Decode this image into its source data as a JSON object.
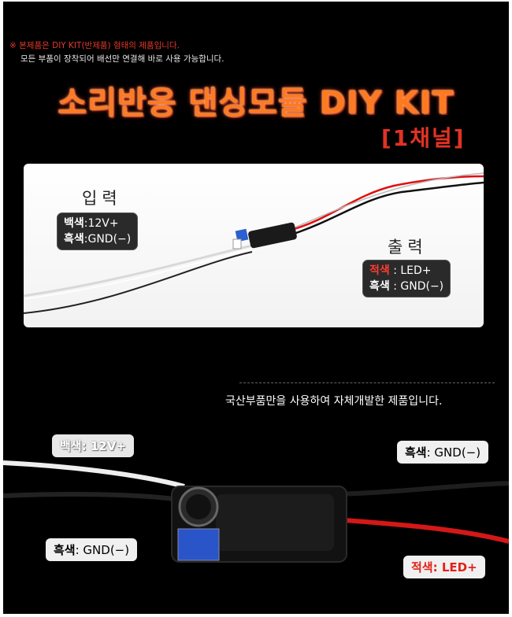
{
  "notice": {
    "line1": "※ 본제품은 DIY KIT(반제품) 형태의 제품입니다.",
    "line2": "모든 부품이 장착되어 배선만 연결해 바로 사용 가능합니다."
  },
  "title": "소리반응 댄싱모듈 DIY KIT",
  "channel": "[1채널]",
  "photo1": {
    "input_header": "입력",
    "input_white_key": "백색",
    "input_white_val": ":12V+",
    "input_black_key": "흑색",
    "input_black_val": ":GND(−)",
    "output_header": "출력",
    "output_red_key": "적색",
    "output_red_val": " : LED+",
    "output_black_key": "흑색",
    "output_black_val": " : GND(−)"
  },
  "tagline": "국산부품만을 사용하여 자체개발한 제품입니다.",
  "photo2": {
    "white_key": "백색",
    "white_val": ": 12V+",
    "black_top_key": "흑색",
    "black_top_val": ": GND(−)",
    "black_bottom_key": "흑색",
    "black_bottom_val": ": GND(−)",
    "red_key": "적색",
    "red_val": ": LED+"
  },
  "colors": {
    "background": "#000000",
    "title": "#ff7a1e",
    "accent_red": "#e23224"
  }
}
